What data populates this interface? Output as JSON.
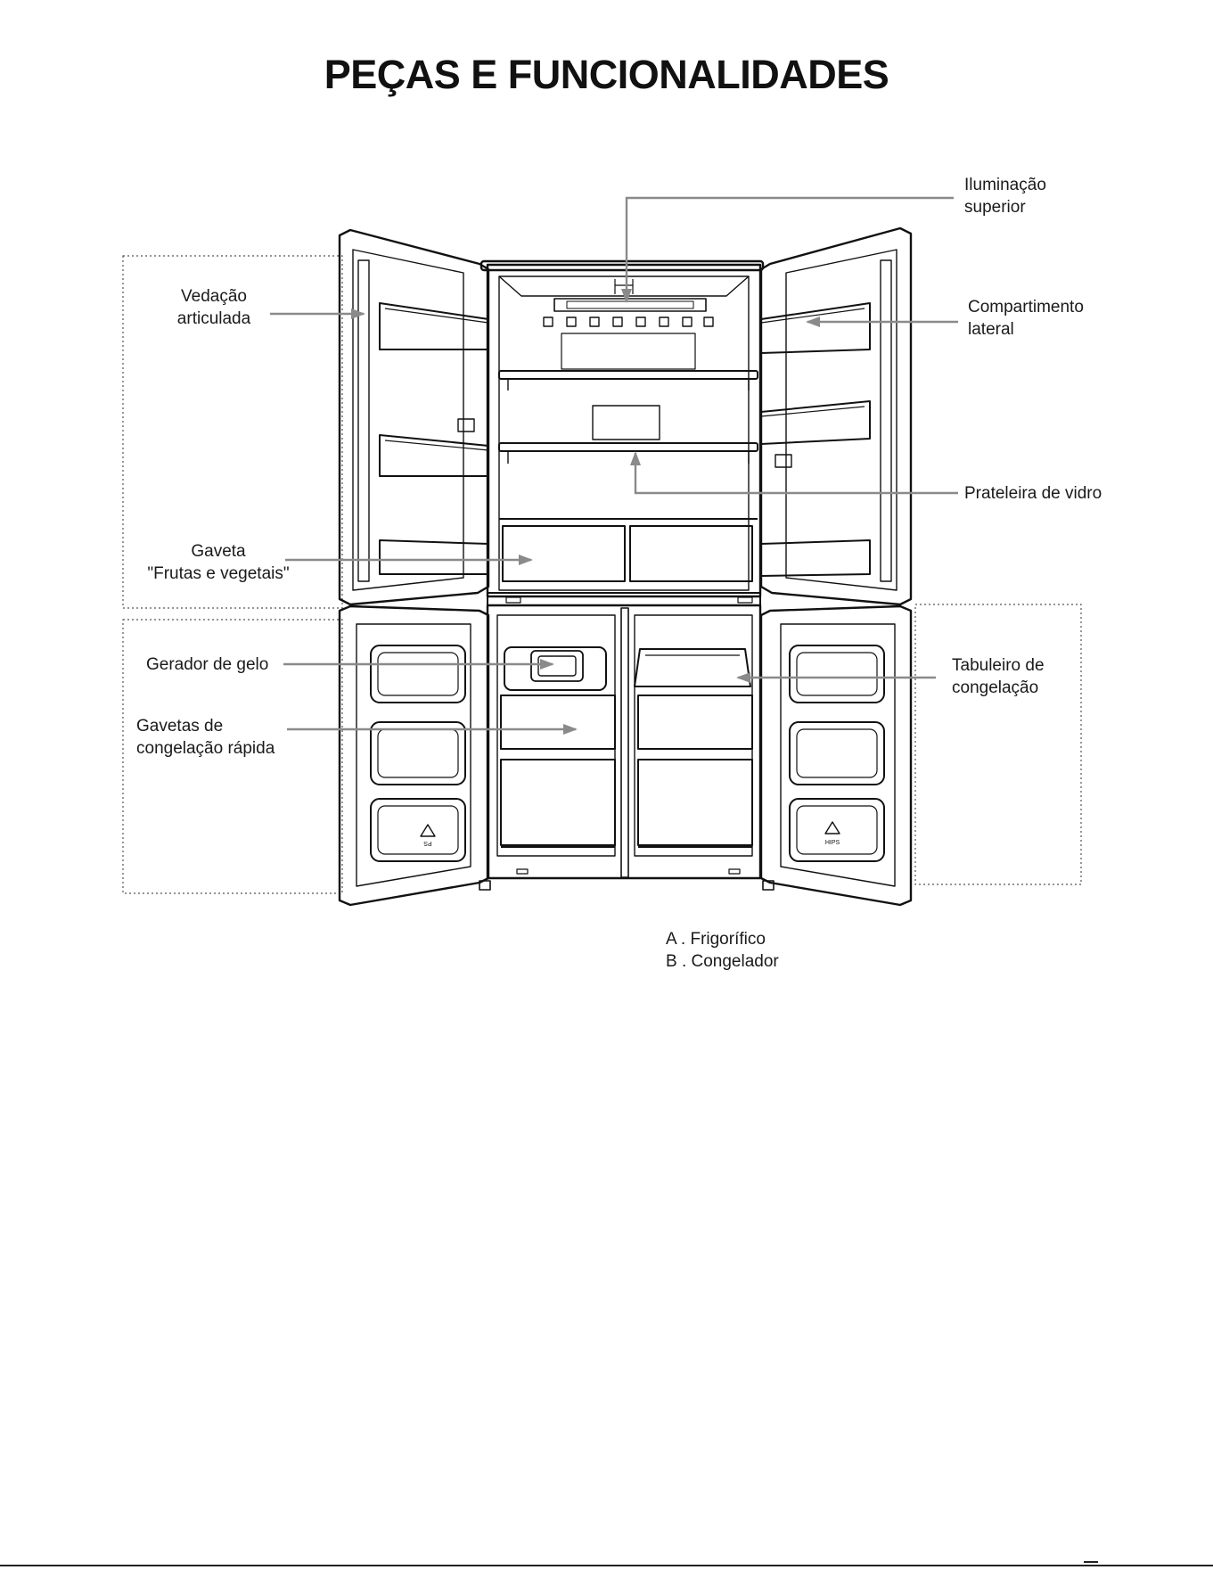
{
  "title": "PEÇAS E FUNCIONALIDADES",
  "labels": {
    "iluminacao": [
      "Iluminação",
      "superior"
    ],
    "vedacao": [
      "Vedação",
      "articulada"
    ],
    "compartimento": [
      "Compartimento",
      "lateral"
    ],
    "prateleira": [
      "Prateleira de vidro"
    ],
    "gaveta": [
      "Gaveta",
      "\"Frutas e vegetais\""
    ],
    "gerador": [
      "Gerador de gelo"
    ],
    "tabuleiro": [
      "Tabuleiro de",
      "congelação"
    ],
    "gavetas_congelacao": [
      "Gavetas de",
      "congelação rápida"
    ]
  },
  "legend": [
    "A . Frigorífico",
    "B . Congelador"
  ],
  "recycle_marks": [
    "PS",
    "HIPS"
  ]
}
